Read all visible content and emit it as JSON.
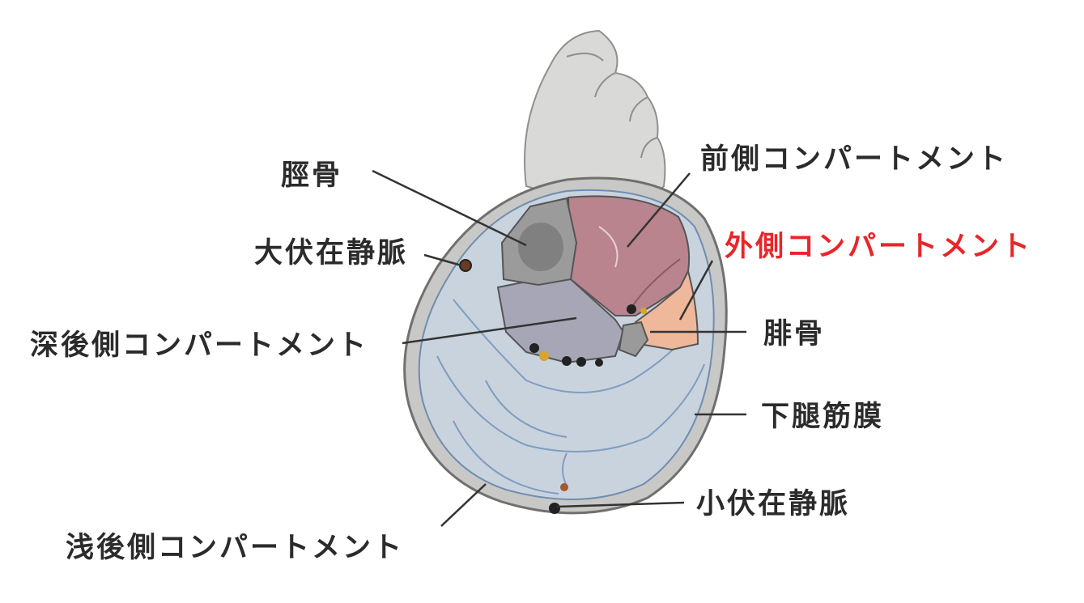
{
  "labels": {
    "tibia": "脛骨",
    "great_saphenous_vein": "大伏在静脈",
    "deep_posterior": "深後側コンパートメント",
    "superficial_posterior": "浅後側コンパートメント",
    "anterior": "前側コンパートメント",
    "lateral": "外側コンパートメント",
    "fibula": "腓骨",
    "crural_fascia": "下腿筋膜",
    "small_saphenous_vein": "小伏在静脈"
  },
  "colors": {
    "text": "#2b2b2b",
    "highlight": "#e8262a",
    "anterior_fill": "#b9848d",
    "lateral_fill": "#f0b89a",
    "posterior_fill": "#c9d3de",
    "deep_fill": "#a7a6b6",
    "bone_fill": "#9b9b9b",
    "skin_fill": "#c8c8c6"
  }
}
